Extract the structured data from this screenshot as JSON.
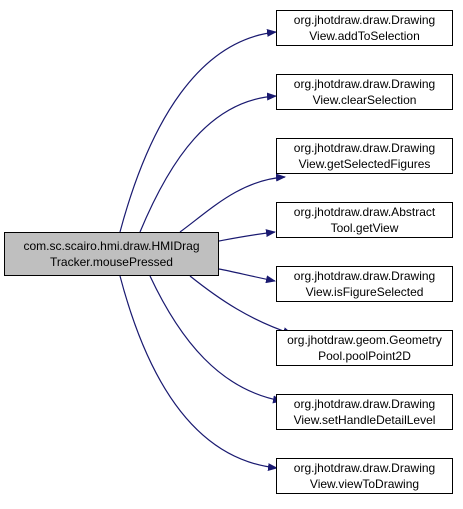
{
  "colors": {
    "edge": "#191970",
    "source_fill": "#bfbfbf",
    "node_fill": "#ffffff",
    "border": "#000000"
  },
  "source": {
    "line1": "com.sc.scairo.hmi.draw.HMIDrag",
    "line2": "Tracker.mousePressed"
  },
  "targets": [
    {
      "line1": "org.jhotdraw.draw.Drawing",
      "line2": "View.addToSelection"
    },
    {
      "line1": "org.jhotdraw.draw.Drawing",
      "line2": "View.clearSelection"
    },
    {
      "line1": "org.jhotdraw.draw.Drawing",
      "line2": "View.getSelectedFigures"
    },
    {
      "line1": "org.jhotdraw.draw.Abstract",
      "line2": "Tool.getView"
    },
    {
      "line1": "org.jhotdraw.draw.Drawing",
      "line2": "View.isFigureSelected"
    },
    {
      "line1": "org.jhotdraw.geom.Geometry",
      "line2": "Pool.poolPoint2D"
    },
    {
      "line1": "org.jhotdraw.draw.Drawing",
      "line2": "View.setHandleDetailLevel"
    },
    {
      "line1": "org.jhotdraw.draw.Drawing",
      "line2": "View.viewToDrawing"
    }
  ]
}
